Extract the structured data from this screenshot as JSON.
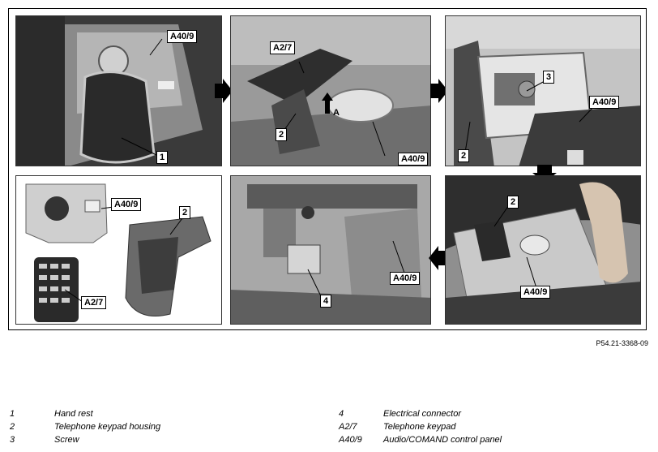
{
  "figure": {
    "reference": "P54.21-3368-09",
    "panels": [
      {
        "id": "p1",
        "callouts": [
          "A40/9",
          "1"
        ]
      },
      {
        "id": "p2",
        "callouts": [
          "A2/7",
          "2",
          "A",
          "A40/9"
        ]
      },
      {
        "id": "p3",
        "callouts": [
          "3",
          "A40/9",
          "2"
        ]
      },
      {
        "id": "p4",
        "callouts": [
          "A40/9",
          "2",
          "A2/7"
        ]
      },
      {
        "id": "p5",
        "callouts": [
          "A40/9",
          "4"
        ]
      },
      {
        "id": "p6",
        "callouts": [
          "2",
          "A40/9"
        ]
      }
    ]
  },
  "legend": {
    "left": [
      {
        "key": "1",
        "text": "Hand rest"
      },
      {
        "key": "2",
        "text": "Telephone keypad housing"
      },
      {
        "key": "3",
        "text": "Screw"
      }
    ],
    "right": [
      {
        "key": "4",
        "text": "Electrical connector"
      },
      {
        "key": "A2/7",
        "text": "Telephone keypad"
      },
      {
        "key": "A40/9",
        "text": "Audio/COMAND control panel"
      }
    ]
  }
}
